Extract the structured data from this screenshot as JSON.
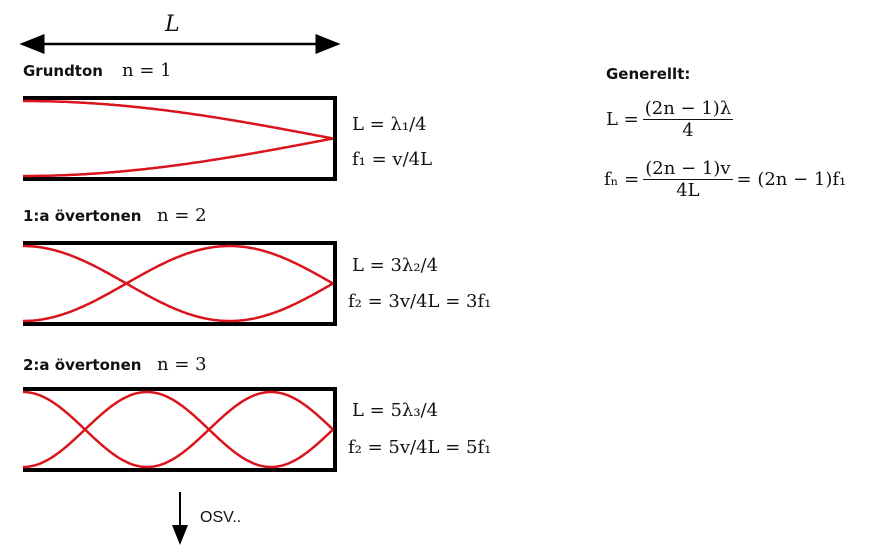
{
  "length_label": "L",
  "modes": [
    {
      "title": "Grundton",
      "n_label": "n = 1",
      "eq1": "L = λ₁/4",
      "eq2": "f₁ = v/4L",
      "quarter_waves": 1
    },
    {
      "title": "1:a övertonen",
      "n_label": "n = 2",
      "eq1": "L = 3λ₂/4",
      "eq2": "f₂ = 3v/4L = 3f₁",
      "quarter_waves": 3
    },
    {
      "title": "2:a övertonen",
      "n_label": "n = 3",
      "eq1": "L = 5λ₃/4",
      "eq2": "f₂ = 5v/4L = 5f₁",
      "quarter_waves": 5
    }
  ],
  "general": {
    "title": "Generellt:",
    "L_lhs": "L =",
    "L_num": "(2n − 1)λ",
    "L_den": "4",
    "f_lhs": "fₙ =",
    "f_num": "(2n − 1)v",
    "f_den": "4L",
    "f_rhs": "= (2n − 1)f₁"
  },
  "continue_label": "OSV..",
  "colors": {
    "wave": "#d9141c",
    "tube": "#000000"
  }
}
